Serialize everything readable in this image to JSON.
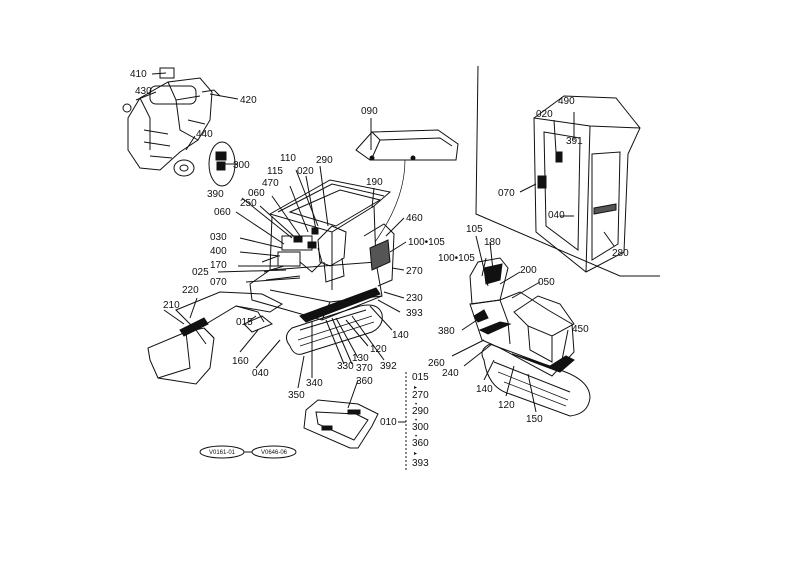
{
  "diagram": {
    "labels": {
      "p410": "410",
      "p430": "430",
      "p420": "420",
      "p440": "440",
      "p300a": "300",
      "p090": "090",
      "p110": "110",
      "p290": "290",
      "p115": "115",
      "p020a": "020",
      "p470": "470",
      "p190": "190",
      "p060a": "060",
      "p390": "390",
      "p250": "250",
      "p060b": "060",
      "p460": "460",
      "p030": "030",
      "p100_105a": "100•105",
      "p400": "400",
      "p270a": "270",
      "p170": "170",
      "p025": "025",
      "p070a": "070",
      "p220": "220",
      "p230": "230",
      "p210": "210",
      "p393a": "393",
      "p015a": "015",
      "p140a": "140",
      "p120a": "120",
      "p160": "160",
      "p040a": "040",
      "p130": "130",
      "p330": "330",
      "p370": "370",
      "p392": "392",
      "p340": "340",
      "p350": "350",
      "p360a": "360",
      "p010": "010",
      "p020b": "020",
      "p490": "490",
      "p391": "391",
      "p070b": "070",
      "p040b": "040",
      "p280": "280",
      "p105": "105",
      "p180": "180",
      "p100_105b": "100•105",
      "p200": "200",
      "p050": "050",
      "p450": "450",
      "p380": "380",
      "p260": "260",
      "p240": "240",
      "p140b": "140",
      "p120b": "120",
      "p150": "150"
    },
    "range_list": [
      "015",
      "270",
      "290",
      "300",
      "360",
      "393"
    ],
    "legend_boxes": [
      "V0161-01",
      "V0646-06"
    ]
  }
}
